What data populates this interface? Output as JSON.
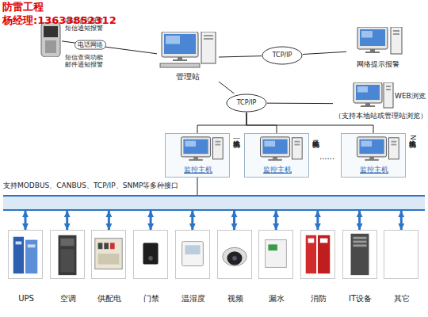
{
  "diagram": {
    "nodes": [
      {
        "text": [
          "电话语音报警 短信通知报警",
          "短信查询功能 邮件通知报警"
        ]
      },
      {
        "text": [
          "管理站"
        ]
      },
      {
        "text": [
          "TCP/IP"
        ]
      },
      {
        "text": [
          "网络提示报警"
        ]
      },
      {
        "text": [
          "TCP/IP"
        ]
      },
      {
        "text": [
          "WEB浏览",
          "（支持本地站或管理站浏览）"
        ]
      },
      {
        "text": [
          "监控主机",
          "本地站机房一"
        ]
      },
      {
        "text": [
          "监控主机",
          "本地站机房二"
        ]
      },
      {
        "text": [
          "监控主机",
          "本地站机房N"
        ]
      },
      {
        "text": [
          "支持MODBUS、CANBUS、TCP/IP、SNMP等多种接口"
        ]
      },
      {
        "text": [
          "UPS"
        ]
      },
      {
        "text": [
          "空调"
        ]
      },
      {
        "text": [
          "供配电"
        ]
      },
      {
        "text": [
          "门禁"
        ]
      },
      {
        "text": [
          "温湿度"
        ]
      },
      {
        "text": [
          "视频"
        ]
      },
      {
        "text": [
          "漏水"
        ]
      },
      {
        "text": [
          "消防"
        ]
      },
      {
        "text": [
          "IT设备"
        ]
      },
      {
        "text": [
          "其它"
        ]
      }
    ],
    "edges": [
      {
        "from": 0,
        "to": 1,
        "arrow": "none",
        "label": "电话网络"
      },
      {
        "from": 1,
        "to": 2,
        "arrow": "none"
      },
      {
        "from": 2,
        "to": 3,
        "arrow": "none"
      },
      {
        "from": 1,
        "to": 4,
        "arrow": "none"
      },
      {
        "from": 4,
        "to": 5,
        "arrow": "none"
      },
      {
        "from": 4,
        "to": 6,
        "arrow": "none"
      },
      {
        "from": 4,
        "to": 7,
        "arrow": "none"
      },
      {
        "from": 4,
        "to": 8,
        "arrow": "none"
      },
      {
        "from": 6,
        "to": 9,
        "arrow": "none"
      },
      {
        "from": 9,
        "to": 10,
        "arrow": "both"
      },
      {
        "from": 9,
        "to": 11,
        "arrow": "both"
      },
      {
        "from": 9,
        "to": 12,
        "arrow": "both"
      },
      {
        "from": 9,
        "to": 13,
        "arrow": "both"
      },
      {
        "from": 9,
        "to": 14,
        "arrow": "both"
      },
      {
        "from": 9,
        "to": 15,
        "arrow": "both"
      },
      {
        "from": 9,
        "to": 16,
        "arrow": "both"
      },
      {
        "from": 9,
        "to": 17,
        "arrow": "both"
      },
      {
        "from": 9,
        "to": 18,
        "arrow": "both"
      },
      {
        "from": 9,
        "to": 19,
        "arrow": "both"
      }
    ],
    "labels": [
      "防雷工程",
      "杨经理:13633852312",
      "......"
    ]
  }
}
